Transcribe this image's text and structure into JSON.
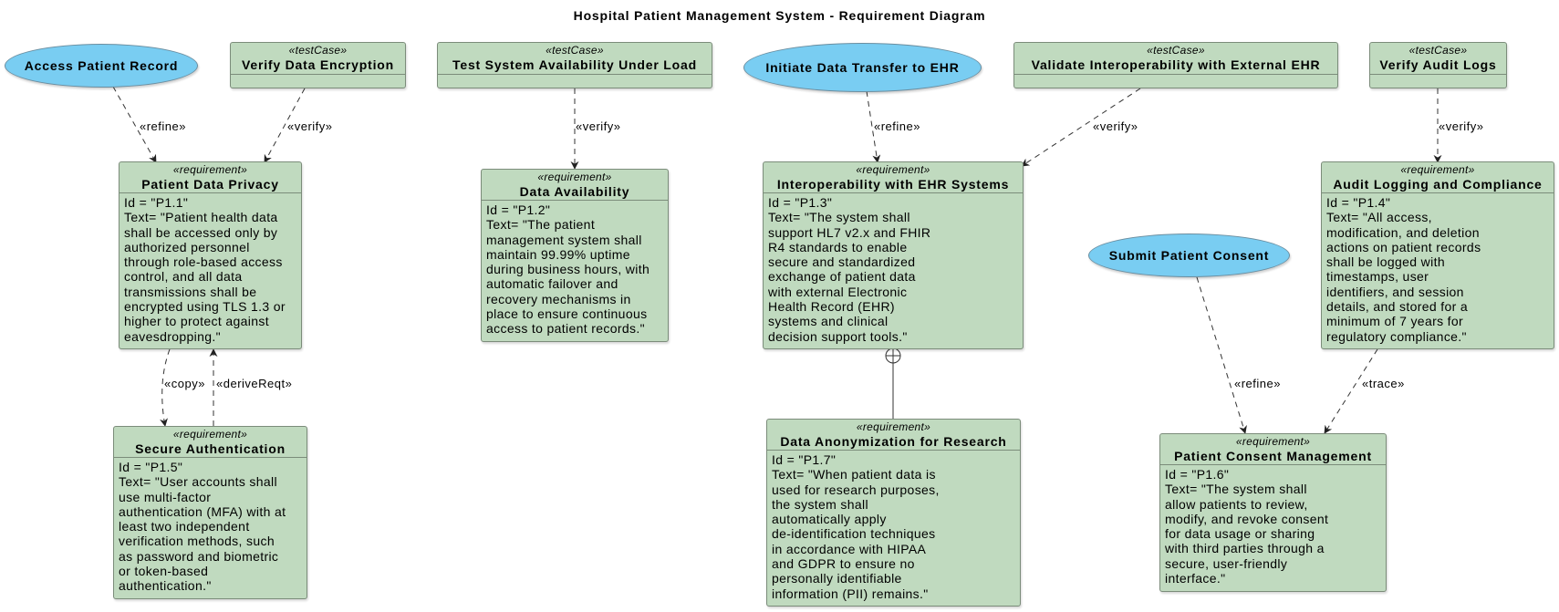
{
  "title": "Hospital Patient Management System - Requirement Diagram",
  "stereotypes": {
    "testCase": "«testCase»",
    "requirement": "«requirement»"
  },
  "colors": {
    "usecase_fill": "#79cdf2",
    "block_fill": "#c0dabf",
    "border": "#7b8c7a",
    "edge": "#333333"
  },
  "usecases": {
    "access_patient_record": "Access Patient Record",
    "initiate_data_transfer": "Initiate Data Transfer to EHR",
    "submit_patient_consent": "Submit Patient Consent"
  },
  "testcases": {
    "verify_data_encryption": "Verify Data Encryption",
    "test_system_availability": "Test System Availability Under Load",
    "validate_interoperability": "Validate Interoperability with External EHR",
    "verify_audit_logs": "Verify Audit Logs"
  },
  "requirements": {
    "p11": {
      "name": "Patient Data Privacy",
      "id_line": "Id =  \"P1.1\"",
      "lines": [
        "Text= \"Patient health data",
        "shall be accessed only by",
        "authorized personnel",
        "through role-based access",
        "control, and all data",
        "transmissions shall be",
        "encrypted using TLS 1.3 or",
        "higher to protect against",
        "eavesdropping.\""
      ]
    },
    "p12": {
      "name": "Data Availability",
      "id_line": "Id =  \"P1.2\"",
      "lines": [
        "Text= \"The patient",
        "management system shall",
        "maintain 99.99% uptime",
        "during business hours, with",
        "automatic failover and",
        "recovery mechanisms in",
        "place to ensure continuous",
        "access to patient records.\""
      ]
    },
    "p13": {
      "name": "Interoperability with EHR Systems",
      "id_line": "Id =  \"P1.3\"",
      "lines": [
        "Text= \"The system shall",
        "support HL7 v2.x and FHIR",
        "R4 standards to enable",
        "secure and standardized",
        "exchange of patient data",
        "with external Electronic",
        "Health Record (EHR)",
        "systems and clinical",
        "decision support tools.\""
      ]
    },
    "p14": {
      "name": "Audit Logging and Compliance",
      "id_line": "Id =  \"P1.4\"",
      "lines": [
        "Text= \"All access,",
        "modification, and deletion",
        "actions on patient records",
        "shall be logged with",
        "timestamps, user",
        "identifiers, and session",
        "details, and stored for a",
        "minimum of 7 years for",
        "regulatory compliance.\""
      ]
    },
    "p15": {
      "name": "Secure Authentication",
      "id_line": "Id =  \"P1.5\"",
      "lines": [
        "Text= \"User accounts shall",
        "use multi-factor",
        "authentication (MFA) with at",
        "least two independent",
        "verification methods, such",
        "as password and biometric",
        "or token-based",
        "authentication.\""
      ]
    },
    "p16": {
      "name": "Patient Consent Management",
      "id_line": "Id =  \"P1.6\"",
      "lines": [
        "Text= \"The system shall",
        "allow patients to review,",
        "modify, and revoke consent",
        "for data usage or sharing",
        "with third parties through a",
        "secure, user-friendly",
        "interface.\""
      ]
    },
    "p17": {
      "name": "Data Anonymization for Research",
      "id_line": "Id =  \"P1.7\"",
      "lines": [
        "Text= \"When patient data is",
        "used for research purposes,",
        "the system shall",
        "automatically apply",
        "de-identification techniques",
        "in accordance with HIPAA",
        "and GDPR to ensure no",
        "personally identifiable",
        "information (PII) remains.\""
      ]
    }
  },
  "edges": [
    {
      "from": "Access Patient Record",
      "to": "Patient Data Privacy",
      "label": "«refine»"
    },
    {
      "from": "Verify Data Encryption",
      "to": "Patient Data Privacy",
      "label": "«verify»"
    },
    {
      "from": "Test System Availability Under Load",
      "to": "Data Availability",
      "label": "«verify»"
    },
    {
      "from": "Initiate Data Transfer to EHR",
      "to": "Interoperability with EHR Systems",
      "label": "«refine»"
    },
    {
      "from": "Validate Interoperability with External EHR",
      "to": "Interoperability with EHR Systems",
      "label": "«verify»"
    },
    {
      "from": "Verify Audit Logs",
      "to": "Audit Logging and Compliance",
      "label": "«verify»"
    },
    {
      "from": "Patient Data Privacy",
      "to": "Secure Authentication",
      "label": "«copy»"
    },
    {
      "from": "Secure Authentication",
      "to": "Patient Data Privacy",
      "label": "«deriveReqt»"
    },
    {
      "from": "Submit Patient Consent",
      "to": "Patient Consent Management",
      "label": "«refine»"
    },
    {
      "from": "Audit Logging and Compliance",
      "to": "Patient Consent Management",
      "label": "«trace»"
    },
    {
      "from": "Interoperability with EHR Systems",
      "to": "Data Anonymization for Research",
      "label": "containment"
    }
  ]
}
